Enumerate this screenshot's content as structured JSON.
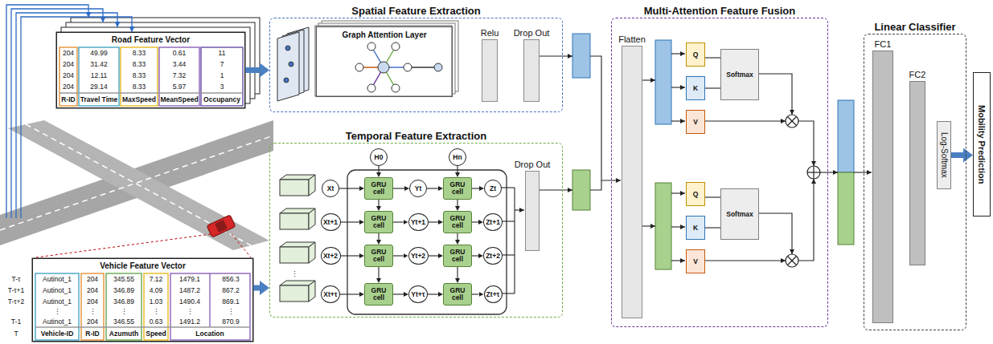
{
  "diagram": {
    "nodes": [
      {
        "text": [
          "Road Feature Vector"
        ]
      },
      {
        "text": [
          "Vehicle Feature Vector"
        ]
      },
      {
        "text": [
          "Spatial Feature Extraction"
        ]
      },
      {
        "text": [
          "Graph Attention Layer"
        ],
        "in": 2
      },
      {
        "text": [
          "Relu"
        ],
        "in": 2
      },
      {
        "text": [
          "Drop Out"
        ],
        "in": 2
      },
      {
        "text": [
          "Temporal Feature Extraction"
        ]
      },
      {
        "text": [
          "H0"
        ],
        "in": 6
      },
      {
        "text": [
          "Hn"
        ],
        "in": 6
      },
      {
        "text": [
          "Xt"
        ],
        "in": 6
      },
      {
        "text": [
          "Xt+1"
        ],
        "in": 6
      },
      {
        "text": [
          "Xt+2"
        ],
        "in": 6
      },
      {
        "text": [
          "Xt+τ"
        ],
        "in": 6
      },
      {
        "text": [
          "GRU cell"
        ],
        "in": 6
      },
      {
        "text": [
          "GRU cell"
        ],
        "in": 6
      },
      {
        "text": [
          "GRU cell"
        ],
        "in": 6
      },
      {
        "text": [
          "GRU cell"
        ],
        "in": 6
      },
      {
        "text": [
          "Yt"
        ],
        "in": 6
      },
      {
        "text": [
          "Yt+1"
        ],
        "in": 6
      },
      {
        "text": [
          "Yt+2"
        ],
        "in": 6
      },
      {
        "text": [
          "Yt+τ"
        ],
        "in": 6
      },
      {
        "text": [
          "GRU cell"
        ],
        "in": 6
      },
      {
        "text": [
          "GRU cell"
        ],
        "in": 6
      },
      {
        "text": [
          "GRU cell"
        ],
        "in": 6
      },
      {
        "text": [
          "GRU cell"
        ],
        "in": 6
      },
      {
        "text": [
          "Zt"
        ],
        "in": 6
      },
      {
        "text": [
          "Zt+1"
        ],
        "in": 6
      },
      {
        "text": [
          "Zt+2"
        ],
        "in": 6
      },
      {
        "text": [
          "Zt+τ"
        ],
        "in": 6
      },
      {
        "text": [
          "Drop Out"
        ],
        "in": 6
      },
      {
        "text": [
          "Multi-Attention Feature Fusion"
        ]
      },
      {
        "text": [
          "Flatten"
        ],
        "in": 30
      },
      {
        "text": [
          "Q"
        ],
        "in": 30
      },
      {
        "text": [
          "K"
        ],
        "in": 30
      },
      {
        "text": [
          "V"
        ],
        "in": 30
      },
      {
        "text": [
          "Softmax"
        ],
        "in": 30
      },
      {
        "text": [
          "Q"
        ],
        "in": 30
      },
      {
        "text": [
          "K"
        ],
        "in": 30
      },
      {
        "text": [
          "V"
        ],
        "in": 30
      },
      {
        "text": [
          "Softmax"
        ],
        "in": 30
      },
      {
        "text": [
          "Linear Classifier"
        ]
      },
      {
        "text": [
          "FC1"
        ],
        "in": 40
      },
      {
        "text": [
          "FC2"
        ],
        "in": 40
      },
      {
        "text": [
          "Log-Softmax"
        ],
        "in": 40
      },
      {
        "text": [
          "Mobility Prediction"
        ]
      }
    ],
    "edges": [
      {
        "from": 0,
        "to": 2,
        "arrow": "to"
      },
      {
        "from": 1,
        "to": 6,
        "arrow": "to"
      },
      {
        "from": 7,
        "to": 13,
        "arrow": "to"
      },
      {
        "from": 8,
        "to": 21,
        "arrow": "to"
      },
      {
        "from": 9,
        "to": 13,
        "arrow": "to"
      },
      {
        "from": 10,
        "to": 14,
        "arrow": "to"
      },
      {
        "from": 11,
        "to": 15,
        "arrow": "to"
      },
      {
        "from": 12,
        "to": 16,
        "arrow": "to"
      },
      {
        "from": 13,
        "to": 17,
        "arrow": "to"
      },
      {
        "from": 14,
        "to": 18,
        "arrow": "to"
      },
      {
        "from": 15,
        "to": 19,
        "arrow": "to"
      },
      {
        "from": 16,
        "to": 20,
        "arrow": "to"
      },
      {
        "from": 17,
        "to": 21,
        "arrow": "to"
      },
      {
        "from": 18,
        "to": 22,
        "arrow": "to"
      },
      {
        "from": 19,
        "to": 23,
        "arrow": "to"
      },
      {
        "from": 20,
        "to": 24,
        "arrow": "to"
      },
      {
        "from": 21,
        "to": 25,
        "arrow": "to"
      },
      {
        "from": 22,
        "to": 26,
        "arrow": "to"
      },
      {
        "from": 23,
        "to": 27,
        "arrow": "to"
      },
      {
        "from": 24,
        "to": 28,
        "arrow": "to"
      },
      {
        "from": 13,
        "to": 14,
        "arrow": "to"
      },
      {
        "from": 14,
        "to": 15,
        "arrow": "to"
      },
      {
        "from": 15,
        "to": 16,
        "arrow": "to"
      },
      {
        "from": 21,
        "to": 22,
        "arrow": "to"
      },
      {
        "from": 22,
        "to": 23,
        "arrow": "to"
      },
      {
        "from": 23,
        "to": 24,
        "arrow": "to"
      },
      {
        "from": 32,
        "to": 35,
        "arrow": "none"
      },
      {
        "from": 33,
        "to": 35,
        "arrow": "none"
      },
      {
        "from": 36,
        "to": 39,
        "arrow": "none"
      },
      {
        "from": 37,
        "to": 39,
        "arrow": "none"
      },
      {
        "from": 43,
        "to": 44,
        "arrow": "to"
      }
    ],
    "labels": [
      "204",
      "49.99",
      "8.33",
      "0.61",
      "11",
      "204",
      "31.42",
      "8.33",
      "3.44",
      "7",
      "204",
      "12.11",
      "8.33",
      "7.32",
      "1",
      "204",
      "29.14",
      "8.33",
      "5.97",
      "3",
      "R-ID",
      "Travel Time",
      "MaxSpeed",
      "MeanSpeed",
      "Occupancy",
      "T-τ",
      "Autinot_1",
      "204",
      "345.55",
      "7.12",
      "1479.1",
      "856.3",
      "T-τ+1",
      "Autinot_1",
      "204",
      "346.89",
      "4.09",
      "1487.2",
      "867.2",
      "T-τ+2",
      "Autinot_1",
      "204",
      "346.89",
      "1.03",
      "1490.4",
      "869.1",
      "⋮",
      "⋮",
      "⋮",
      "⋮",
      "⋮",
      "⋮",
      "T-1",
      "Autinot_1",
      "204",
      "346.55",
      "0.63",
      "1491.2",
      "870.9",
      "T",
      "Vehicle-ID",
      "R-ID",
      "Azumuth",
      "Speed",
      "Location",
      "⋮"
    ]
  }
}
